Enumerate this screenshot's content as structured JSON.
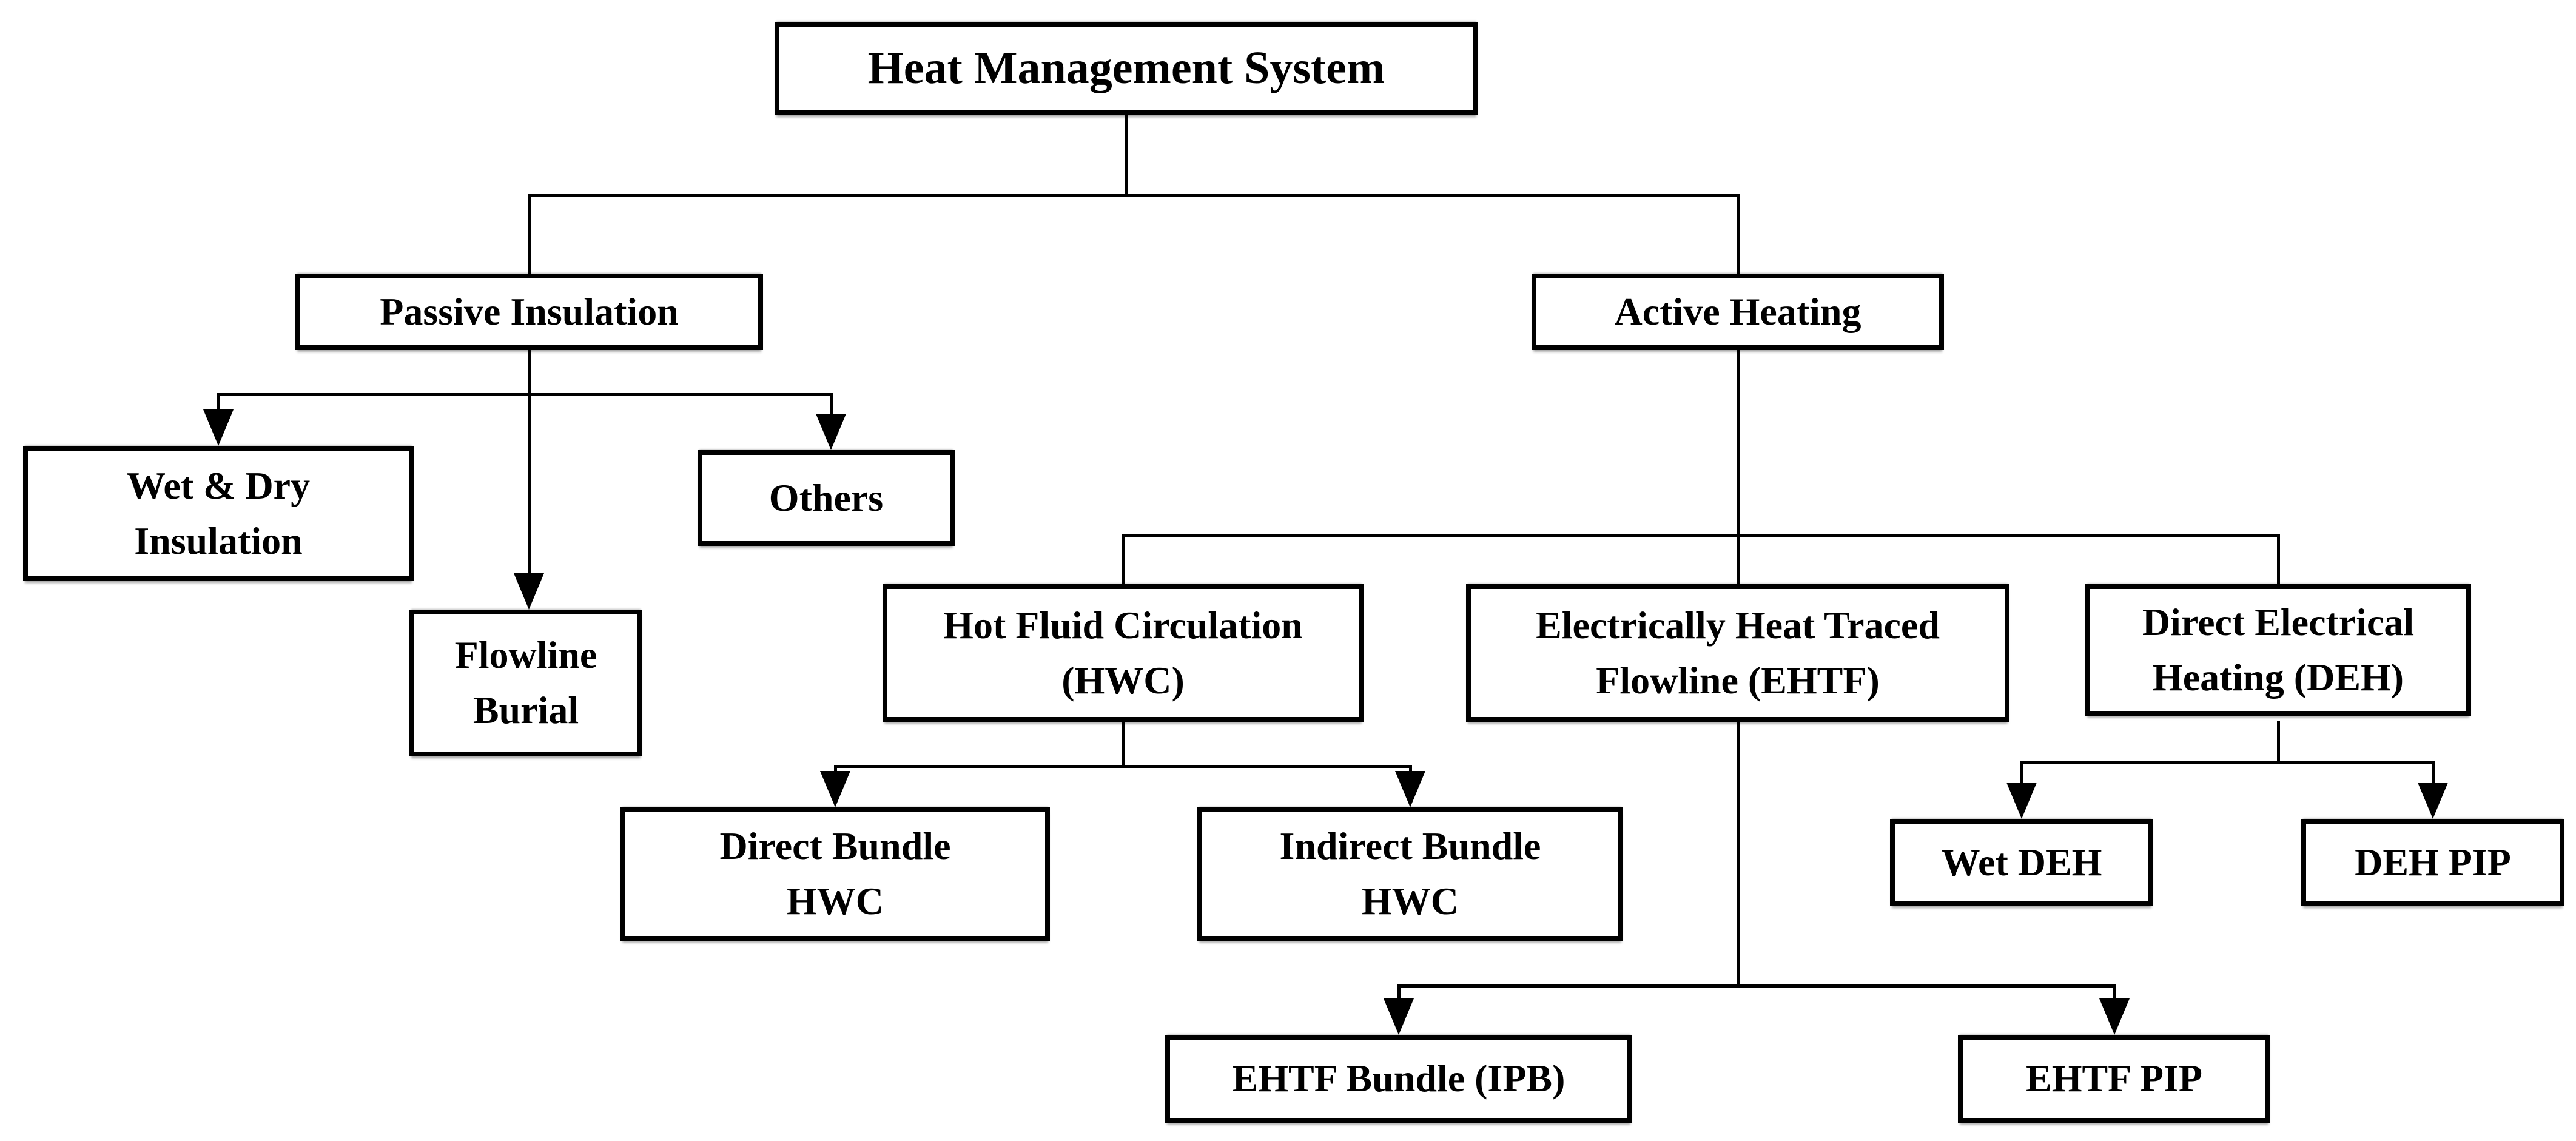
{
  "diagram": {
    "type": "flowchart",
    "background_color": "#ffffff",
    "box_fill_color": "#ffffff",
    "box_border_color": "#000000",
    "line_color": "#000000",
    "text_color": "#000000",
    "nodes": {
      "root": {
        "label": "Heat Management System",
        "lines": [
          "Heat Management System"
        ],
        "level": 0
      },
      "passive": {
        "label": "Passive Insulation",
        "lines": [
          "Passive Insulation"
        ],
        "level": 1
      },
      "active": {
        "label": "Active Heating",
        "lines": [
          "Active Heating"
        ],
        "level": 1
      },
      "wet_dry": {
        "label": "Wet & Dry Insulation",
        "lines": [
          "Wet & Dry",
          "Insulation"
        ],
        "level": 2
      },
      "flowline_burial": {
        "label": "Flowline Burial",
        "lines": [
          "Flowline",
          "Burial"
        ],
        "level": 2
      },
      "others": {
        "label": "Others",
        "lines": [
          "Others"
        ],
        "level": 2
      },
      "hwc": {
        "label": "Hot Fluid Circulation (HWC)",
        "lines": [
          "Hot Fluid Circulation",
          "(HWC)"
        ],
        "level": 2
      },
      "ehtf": {
        "label": "Electrically Heat Traced Flowline (EHTF)",
        "lines": [
          "Electrically Heat Traced",
          "Flowline (EHTF)"
        ],
        "level": 2
      },
      "deh": {
        "label": "Direct Electrical Heating (DEH)",
        "lines": [
          "Direct Electrical",
          "Heating (DEH)"
        ],
        "level": 2
      },
      "direct_bundle": {
        "label": "Direct Bundle HWC",
        "lines": [
          "Direct Bundle",
          "HWC"
        ],
        "level": 3
      },
      "indirect_bundle": {
        "label": "Indirect Bundle HWC",
        "lines": [
          "Indirect Bundle",
          "HWC"
        ],
        "level": 3
      },
      "ehtf_bundle": {
        "label": "EHTF Bundle (IPB)",
        "lines": [
          "EHTF Bundle (IPB)"
        ],
        "level": 3
      },
      "ehtf_pip": {
        "label": "EHTF PIP",
        "lines": [
          "EHTF PIP"
        ],
        "level": 3
      },
      "wet_deh": {
        "label": "Wet DEH",
        "lines": [
          "Wet DEH"
        ],
        "level": 3
      },
      "deh_pip": {
        "label": "DEH PIP",
        "lines": [
          "DEH PIP"
        ],
        "level": 3
      }
    },
    "edges": [
      {
        "from": "Heat Management System",
        "to": "Passive Insulation",
        "arrowhead": false
      },
      {
        "from": "Heat Management System",
        "to": "Active Heating",
        "arrowhead": false
      },
      {
        "from": "Passive Insulation",
        "to": "Wet & Dry Insulation",
        "arrowhead": true
      },
      {
        "from": "Passive Insulation",
        "to": "Flowline Burial",
        "arrowhead": true
      },
      {
        "from": "Passive Insulation",
        "to": "Others",
        "arrowhead": true
      },
      {
        "from": "Active Heating",
        "to": "Hot Fluid Circulation (HWC)",
        "arrowhead": false
      },
      {
        "from": "Active Heating",
        "to": "Electrically Heat Traced Flowline (EHTF)",
        "arrowhead": false
      },
      {
        "from": "Active Heating",
        "to": "Direct Electrical Heating (DEH)",
        "arrowhead": false
      },
      {
        "from": "Hot Fluid Circulation (HWC)",
        "to": "Direct Bundle HWC",
        "arrowhead": true
      },
      {
        "from": "Hot Fluid Circulation (HWC)",
        "to": "Indirect Bundle HWC",
        "arrowhead": true
      },
      {
        "from": "Electrically Heat Traced Flowline (EHTF)",
        "to": "EHTF Bundle (IPB)",
        "arrowhead": true
      },
      {
        "from": "Electrically Heat Traced Flowline (EHTF)",
        "to": "EHTF PIP",
        "arrowhead": true
      },
      {
        "from": "Direct Electrical Heating (DEH)",
        "to": "Wet DEH",
        "arrowhead": true
      },
      {
        "from": "Direct Electrical Heating (DEH)",
        "to": "DEH PIP",
        "arrowhead": true
      }
    ]
  }
}
